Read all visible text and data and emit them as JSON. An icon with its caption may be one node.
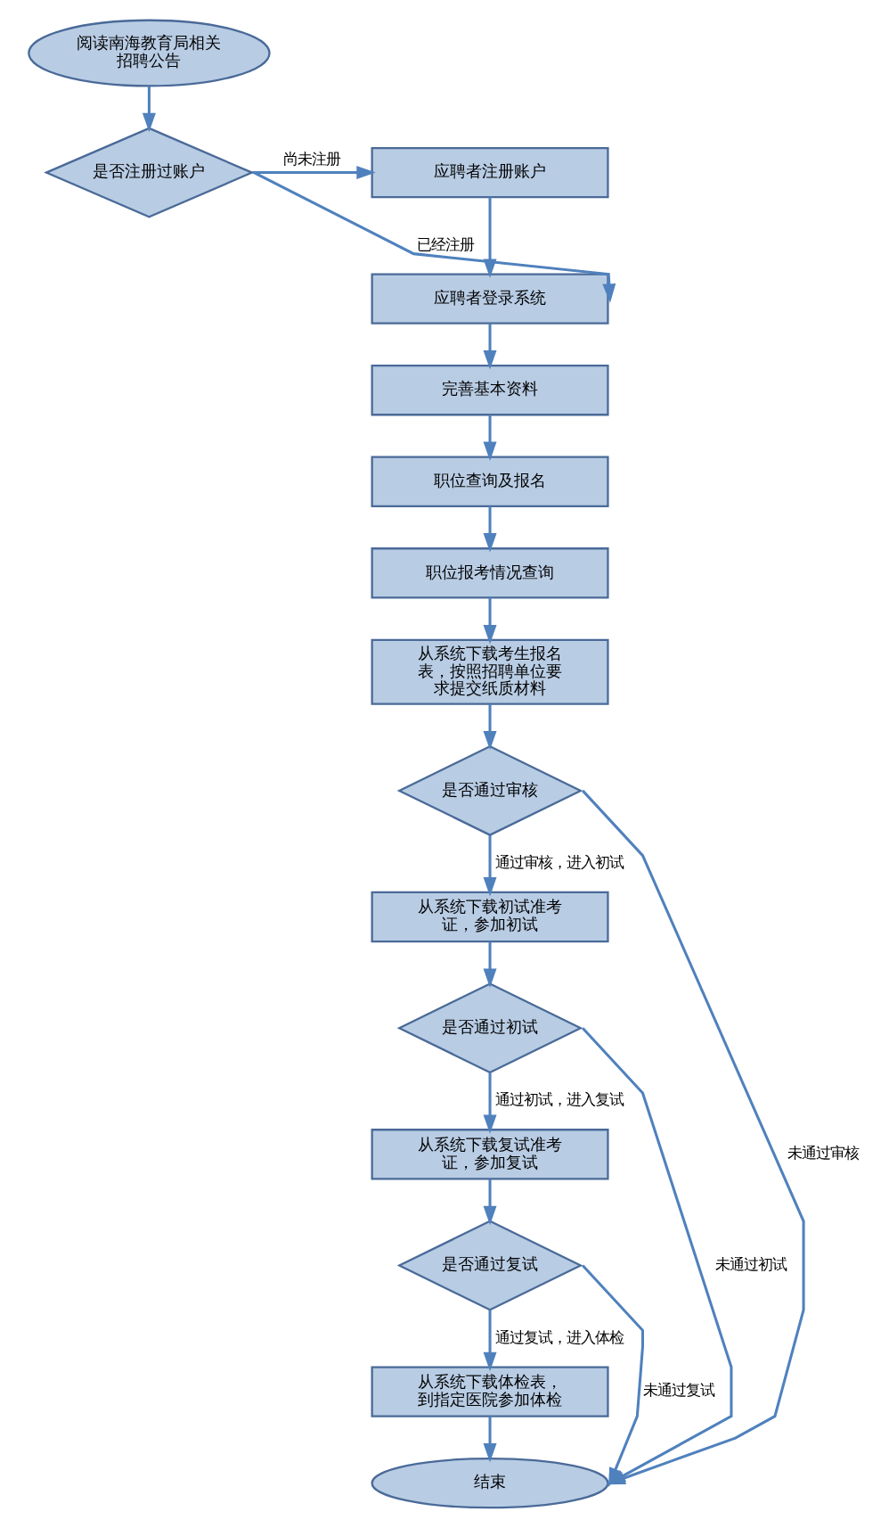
{
  "diagram": {
    "nodes": [
      {
        "text": [
          "阅读南海教育局相关招聘公告"
        ]
      },
      {
        "text": [
          "是否注册过账户"
        ]
      },
      {
        "text": [
          "应聘者注册账户"
        ]
      },
      {
        "text": [
          "应聘者登录系统"
        ]
      },
      {
        "text": [
          "完善基本资料"
        ]
      },
      {
        "text": [
          "职位查询及报名"
        ]
      },
      {
        "text": [
          "职位报考情况查询"
        ]
      },
      {
        "text": [
          "从系统下载考生报名表，按照招聘单位要求提交纸质材料"
        ]
      },
      {
        "text": [
          "是否通过审核"
        ]
      },
      {
        "text": [
          "从系统下载初试准考证，参加初试"
        ]
      },
      {
        "text": [
          "是否通过初试"
        ]
      },
      {
        "text": [
          "从系统下载复试准考证，参加复试"
        ]
      },
      {
        "text": [
          "是否通过复试"
        ]
      },
      {
        "text": [
          "从系统下载体检表，到指定医院参加体检"
        ]
      },
      {
        "text": [
          "结束"
        ]
      }
    ],
    "edges": [
      {
        "from": 0,
        "to": 1,
        "arrow": "to"
      },
      {
        "from": 1,
        "to": 2,
        "arrow": "to",
        "label": "尚未注册"
      },
      {
        "from": 1,
        "to": 3,
        "arrow": "to",
        "label": "已经注册"
      },
      {
        "from": 2,
        "to": 3,
        "arrow": "to"
      },
      {
        "from": 3,
        "to": 4,
        "arrow": "to"
      },
      {
        "from": 4,
        "to": 5,
        "arrow": "to"
      },
      {
        "from": 5,
        "to": 6,
        "arrow": "to"
      },
      {
        "from": 6,
        "to": 7,
        "arrow": "to"
      },
      {
        "from": 7,
        "to": 8,
        "arrow": "to"
      },
      {
        "from": 8,
        "to": 9,
        "arrow": "to",
        "label": "通过审核，进入初试"
      },
      {
        "from": 9,
        "to": 10,
        "arrow": "to"
      },
      {
        "from": 10,
        "to": 11,
        "arrow": "to",
        "label": "通过初试，进入复试"
      },
      {
        "from": 11,
        "to": 12,
        "arrow": "to"
      },
      {
        "from": 12,
        "to": 13,
        "arrow": "to",
        "label": "通过复试，进入体检"
      },
      {
        "from": 13,
        "to": 14,
        "arrow": "to"
      },
      {
        "from": 8,
        "to": 14,
        "arrow": "to",
        "label": "未通过审核"
      },
      {
        "from": 10,
        "to": 14,
        "arrow": "to",
        "label": "未通过初试"
      },
      {
        "from": 12,
        "to": 14,
        "arrow": "to",
        "label": "未通过复试"
      }
    ]
  }
}
